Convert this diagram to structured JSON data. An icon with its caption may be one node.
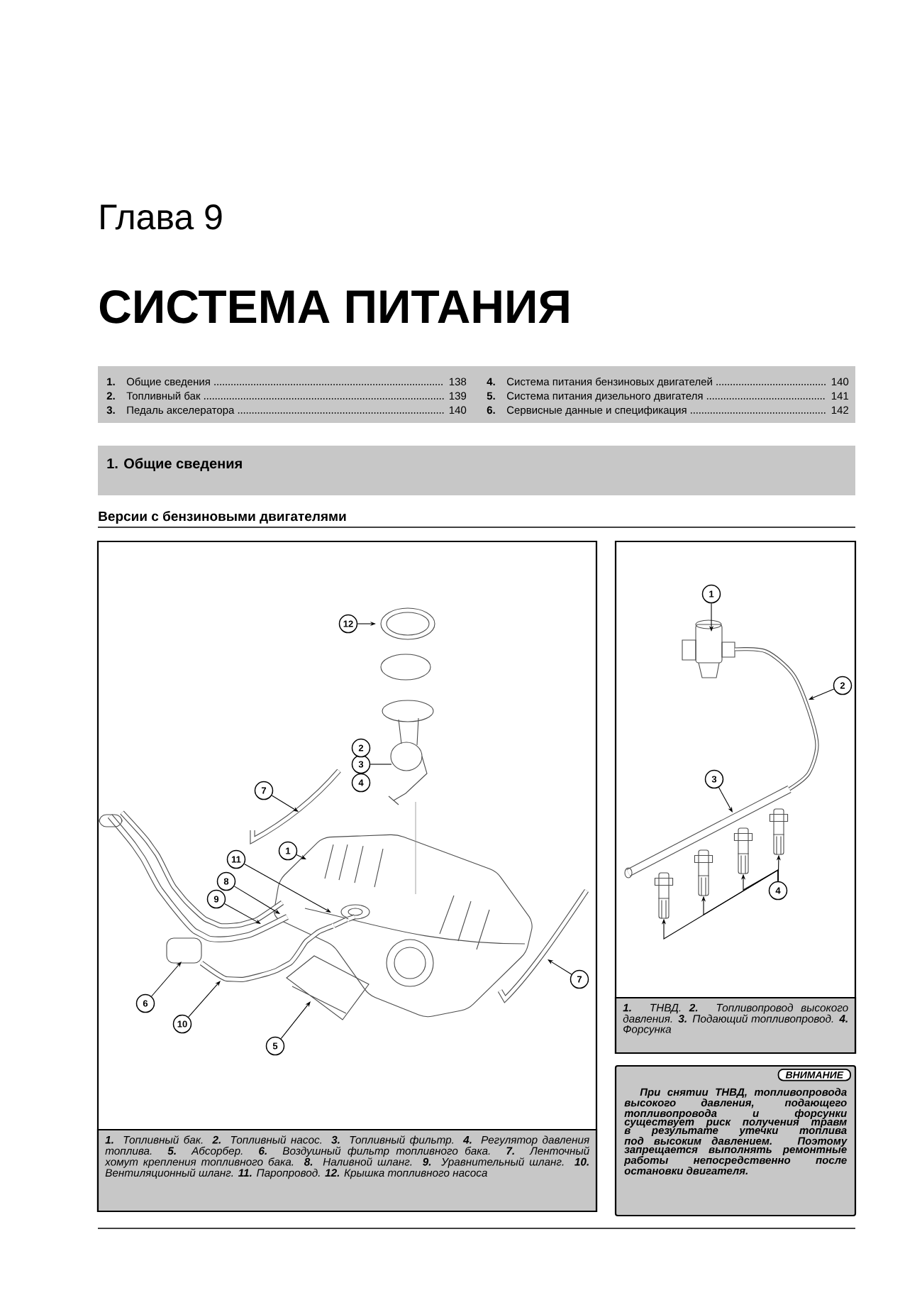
{
  "diagram": {
    "title": "СИСТЕМА ПИТАНИЯ",
    "nodes": [
      {
        "text": [
          "12"
        ]
      },
      {
        "text": [
          "3"
        ]
      },
      {
        "text": [
          "7"
        ]
      },
      {
        "text": [
          "1"
        ]
      },
      {
        "text": [
          "11"
        ]
      },
      {
        "text": [
          "8"
        ]
      },
      {
        "text": [
          "9"
        ]
      },
      {
        "text": [
          "6"
        ]
      },
      {
        "text": [
          "10"
        ]
      },
      {
        "text": [
          "5"
        ]
      },
      {
        "text": [
          "7"
        ]
      },
      {
        "text": [
          "1"
        ]
      },
      {
        "text": [
          "2"
        ]
      },
      {
        "text": [
          "3"
        ]
      },
      {
        "text": [
          "4"
        ]
      },
      {
        "text": [
          "2"
        ]
      },
      {
        "text": [
          "4"
        ]
      },
      {
        "text": [],
        "shape": "box"
      },
      {
        "text": [],
        "shape": "box"
      },
      {
        "text": [],
        "shape": "box"
      },
      {
        "text": [],
        "shape": "box"
      }
    ],
    "edges": [
      {
        "from": 0,
        "to": null,
        "arrow": "to"
      },
      {
        "from": 1,
        "to": null,
        "arrow": "none"
      },
      {
        "from": 2,
        "to": null,
        "arrow": "to"
      },
      {
        "from": 3,
        "to": null,
        "arrow": "to"
      },
      {
        "from": 4,
        "to": null,
        "arrow": "to"
      },
      {
        "from": 5,
        "to": null,
        "arrow": "to"
      },
      {
        "from": 6,
        "to": null,
        "arrow": "to"
      },
      {
        "from": 7,
        "to": null,
        "arrow": "to"
      },
      {
        "from": 8,
        "to": null,
        "arrow": "to"
      },
      {
        "from": 9,
        "to": null,
        "arrow": "to"
      },
      {
        "from": 10,
        "to": null,
        "arrow": "to"
      },
      {
        "from": 11,
        "to": null,
        "arrow": "to"
      },
      {
        "from": 12,
        "to": null,
        "arrow": "to"
      },
      {
        "from": 13,
        "to": null,
        "arrow": "to"
      },
      {
        "from": 14,
        "to": 17,
        "arrow": "to"
      },
      {
        "from": 14,
        "to": 18,
        "arrow": "to"
      },
      {
        "from": 14,
        "to": 19,
        "arrow": "to"
      },
      {
        "from": 14,
        "to": 20,
        "arrow": "to"
      }
    ],
    "labels": [
      "Глава 9",
      "1.",
      "Общие сведения",
      "138",
      "4.",
      "Система питания бензиновых двигателей",
      "140",
      "2.",
      "Топливный бак",
      "139",
      "5.",
      "Система питания дизельного двигателя",
      "141",
      "3.",
      "Педаль акселератора",
      "140",
      "6.",
      "Сервисные данные и спецификация",
      "142",
      "1. Общие сведения",
      "Версии с бензиновыми двигателями",
      "**1.** Топливный бак. **2.** Топливный насос. **3.** Топливный фильтр. **4.** Регулятор давления топлива. **5.** Абсорбер. **6.** Воздушный фильтр топливного бака. **7.** Ленточный хомут крепления топливного бака. **8.** Наливной шланг. **9.** Уравнительный шланг. **10.** Вентиляционный шланг. **11.** Паропровод. **12.** Крышка топливного насоса",
      "**1.** ТНВД. **2.** Топливопровод высокого давления. **3.** Подающий топливопровод. **4.** Форсунка",
      "ВНИМАНИЕ",
      "При снятии ТНВД, топливопровода высокого давления, подающего топливопровода и форсунки существует риск получения травм в результате утечки топлива под высоким давлением. Поэтому запрещается выполнять ремонтные работы непосредственно после остановки двигателя."
    ]
  }
}
